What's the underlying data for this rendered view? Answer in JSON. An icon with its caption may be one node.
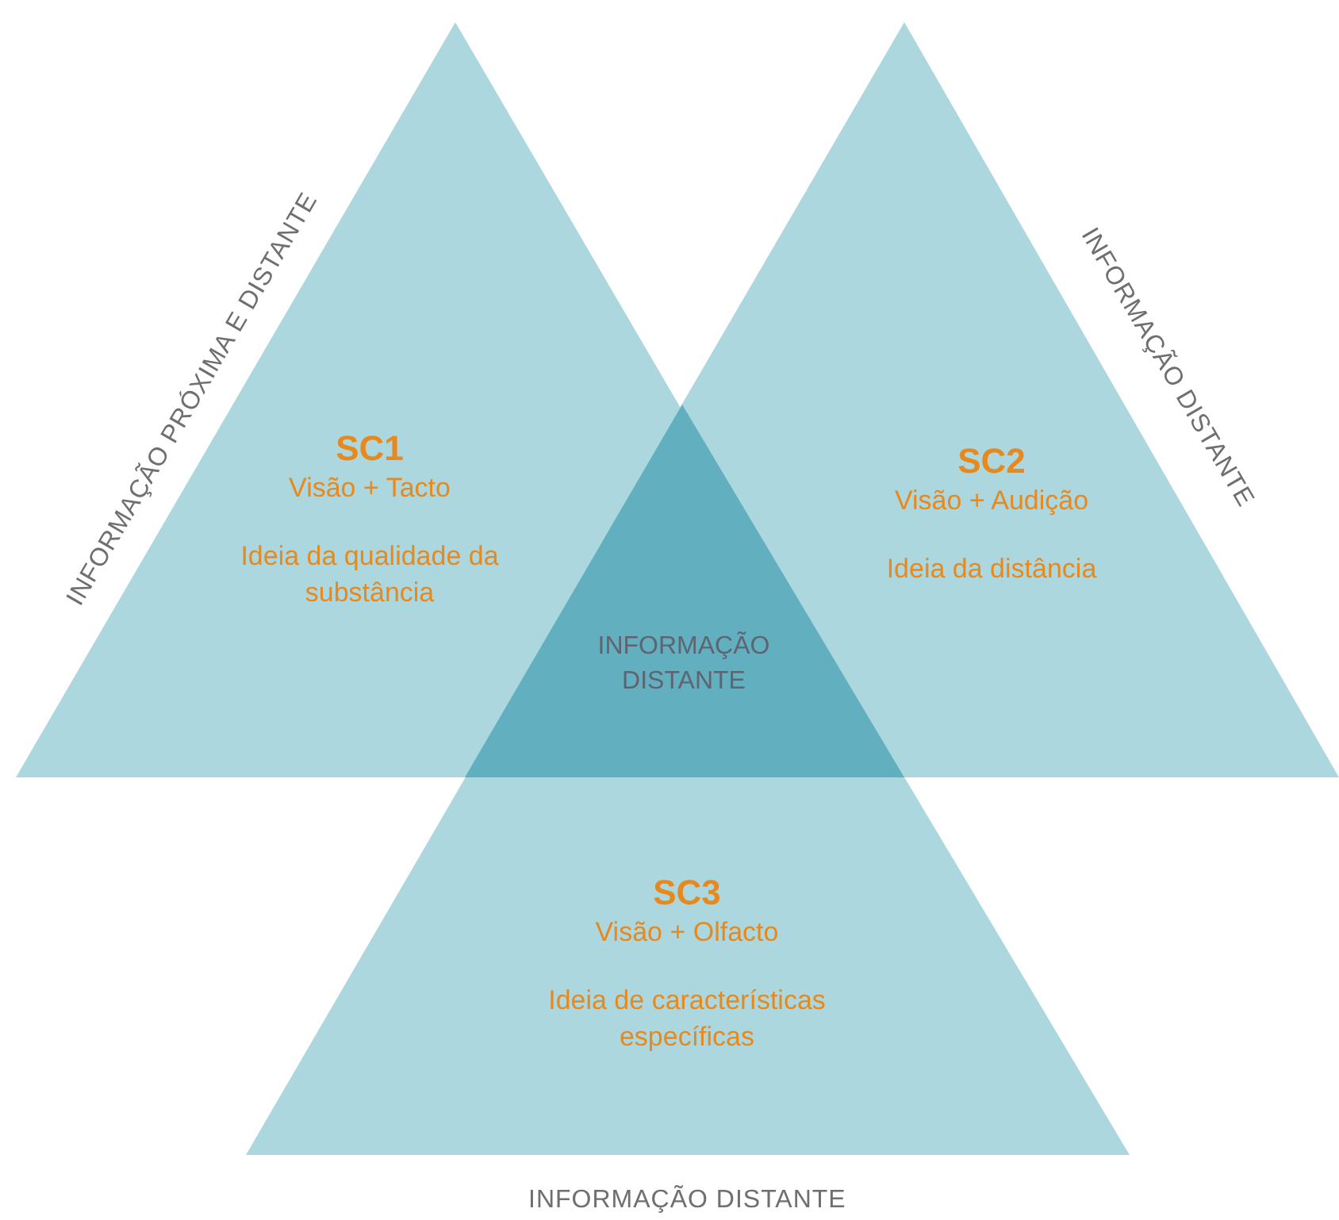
{
  "diagram": {
    "nodes": [
      {
        "text": [
          "SC1",
          "Visão + Tacto",
          "Ideia da qualidade da substância"
        ],
        "beside": [
          "INFORMAÇÃO PRÓXIMA E DISTANTE"
        ]
      },
      {
        "text": [
          "SC2",
          "Visão + Audição",
          "Ideia da distância"
        ],
        "beside": [
          "INFORMAÇÃO DISTANTE"
        ]
      },
      {
        "text": [
          "SC3",
          "Visão + Olfacto",
          "Ideia de características específicas"
        ],
        "beside": [
          "INFORMAÇÃO DISTANTE"
        ]
      },
      {
        "text": [
          "INFORMAÇÃO DISTANTE"
        ]
      }
    ],
    "edges": []
  }
}
